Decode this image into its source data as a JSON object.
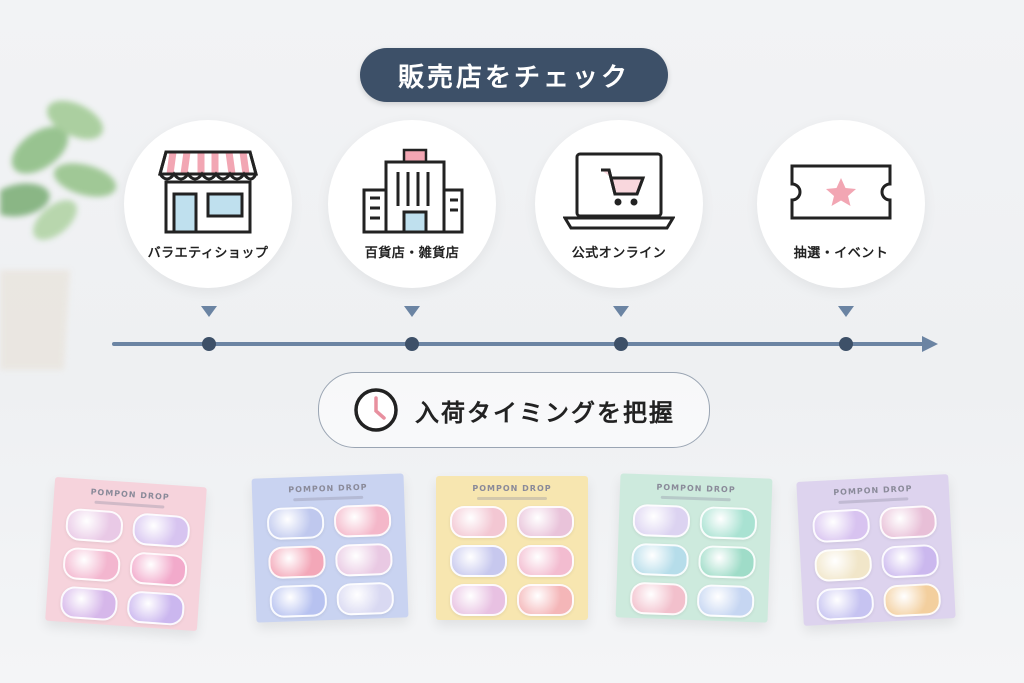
{
  "header": {
    "title": "販売店をチェック"
  },
  "channels": [
    {
      "label": "バラエティショップ",
      "icon": "store-icon"
    },
    {
      "label": "百貨店・雑貨店",
      "icon": "department-store-icon"
    },
    {
      "label": "公式オンライン",
      "icon": "laptop-cart-icon"
    },
    {
      "label": "抽選・イベント",
      "icon": "ticket-star-icon"
    }
  ],
  "subheader": {
    "label": "入荷タイミングを把握",
    "icon": "clock-icon"
  },
  "products": {
    "brand": "POMPON DROP",
    "sheets": [
      {
        "color": "#f6d3dc",
        "sticker_colors": [
          "#e9c9e6",
          "#d7c4f0",
          "#f3b6cf",
          "#f2aacb",
          "#d6b7ea",
          "#cbb7ef"
        ]
      },
      {
        "color": "#c9d3f1",
        "sticker_colors": [
          "#bfc8ee",
          "#f4b7c9",
          "#f3a7b8",
          "#e9c9e3",
          "#b7c2f0",
          "#d9d9f2"
        ]
      },
      {
        "color": "#f7e6b0",
        "sticker_colors": [
          "#f3c7d3",
          "#e9c3da",
          "#c7c8ee",
          "#f3bcd0",
          "#e8c1e2",
          "#f4b6b8"
        ]
      },
      {
        "color": "#cdeadd",
        "sticker_colors": [
          "#dcd3f1",
          "#a9e2d2",
          "#b6ddea",
          "#9fdcc8",
          "#f2c0cc",
          "#c6d6f2"
        ]
      },
      {
        "color": "#ddd3ee",
        "sticker_colors": [
          "#d8c3f0",
          "#e8bfd7",
          "#f1e6c9",
          "#cbb8ee",
          "#c6c3f1",
          "#f3cf9e"
        ]
      }
    ]
  },
  "colors": {
    "navy": "#3d5068",
    "timeline": "#6b84a3",
    "accent_pink": "#f2a6b3",
    "accent_blue": "#bfe0ee"
  }
}
